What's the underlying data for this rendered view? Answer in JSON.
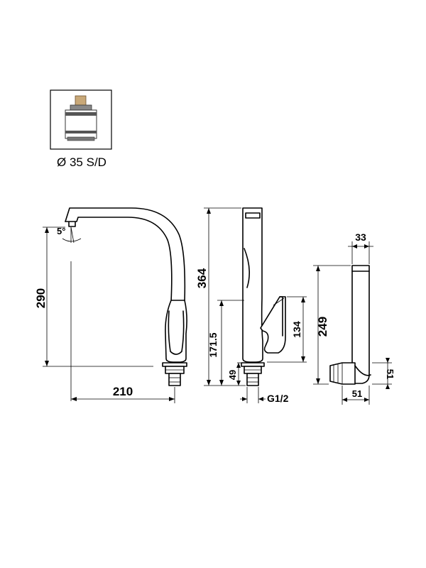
{
  "cartridge": {
    "label": "Ø 35 S/D"
  },
  "dimensions": {
    "angle": "5°",
    "height_total": "290",
    "reach": "210",
    "height_side": "364",
    "height_lever": "171.5",
    "base_height": "49",
    "thread": "G1/2",
    "lever_height": "134",
    "depth_top": "33",
    "depth_total": "249",
    "base_depth": "51",
    "base_width": "51"
  },
  "colors": {
    "line": "#000000",
    "cartridge_stem": "#c8a878",
    "cartridge_body": "#555555"
  }
}
